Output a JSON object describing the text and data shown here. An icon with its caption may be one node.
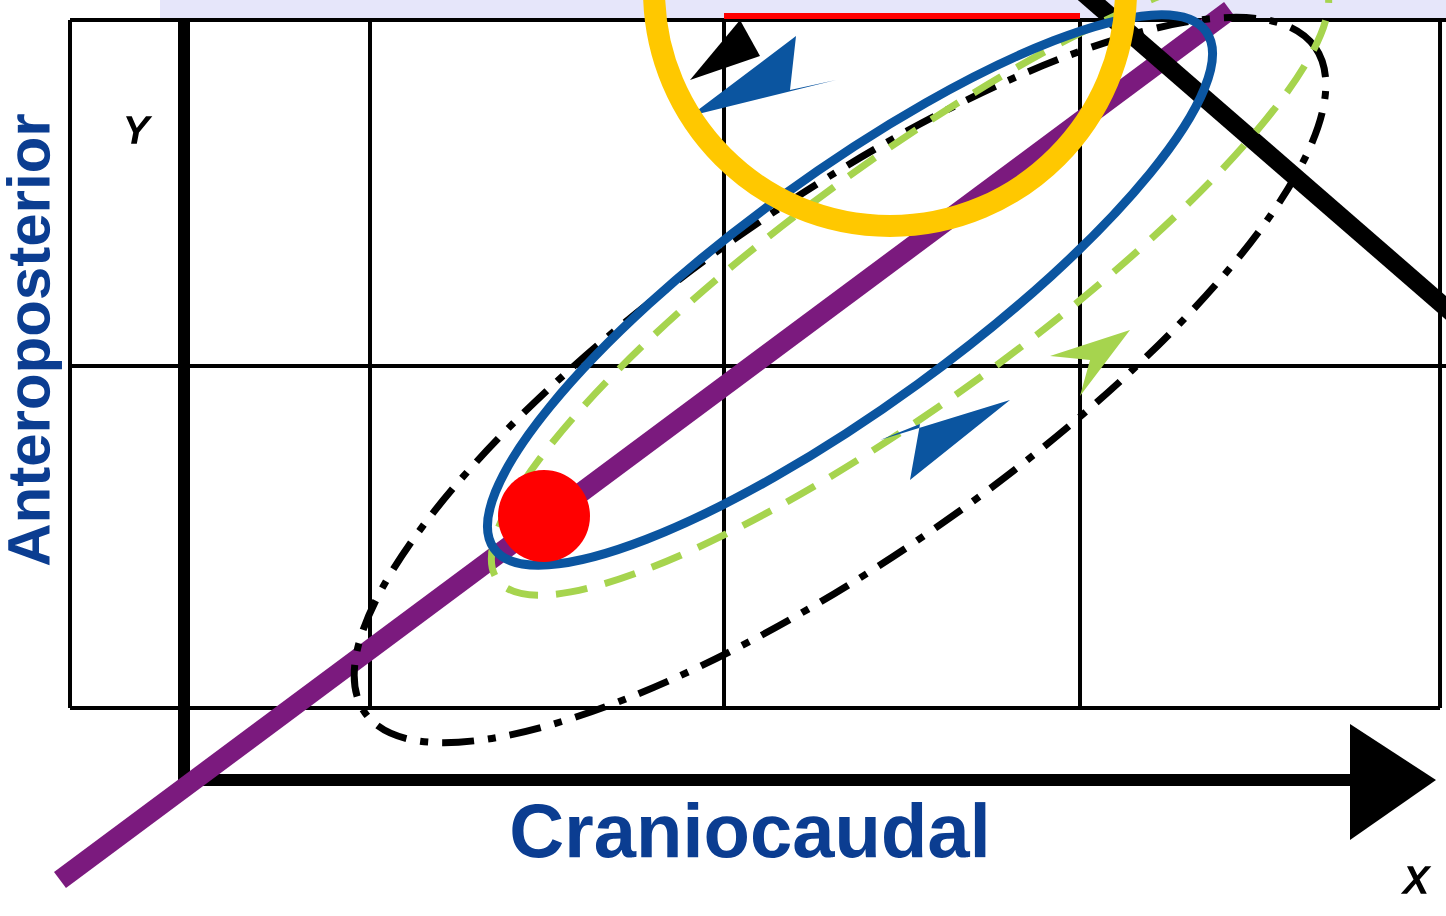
{
  "diagram": {
    "labels": [
      "Y",
      "Anteroposterior",
      "Craniocaudal",
      "X"
    ]
  }
}
